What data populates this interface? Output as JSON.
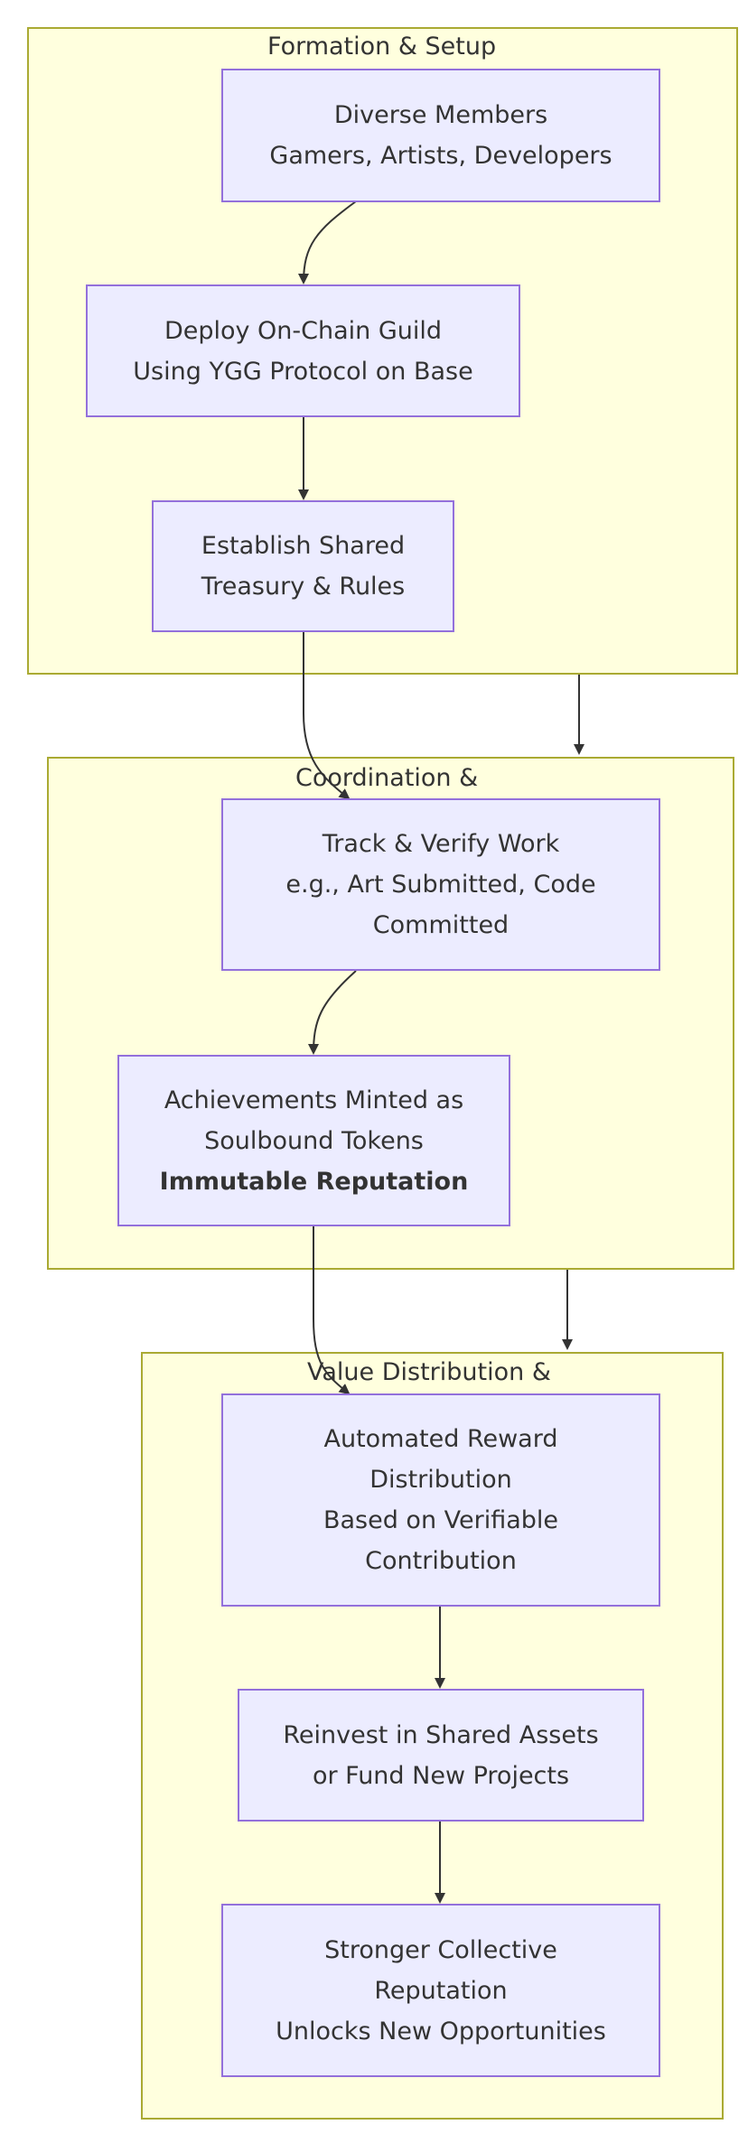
{
  "clusters": {
    "formation": {
      "title": "Formation & Setup"
    },
    "coordination": {
      "title": "Coordination &"
    },
    "value": {
      "title": "Value Distribution &"
    }
  },
  "nodes": {
    "diverse_members": {
      "line1": "Diverse Members",
      "line2": "Gamers, Artists, Developers"
    },
    "deploy_guild": {
      "line1": "Deploy On-Chain Guild",
      "line2": "Using YGG Protocol on Base"
    },
    "establish_treasury": {
      "line1": "Establish Shared",
      "line2": "Treasury & Rules"
    },
    "track_verify": {
      "line1": "Track & Verify Work",
      "line2": "e.g., Art Submitted, Code",
      "line3": "Committed"
    },
    "achievements": {
      "line1": "Achievements Minted as",
      "line2": "Soulbound Tokens",
      "line3": "Immutable Reputation"
    },
    "automated_reward": {
      "line1": "Automated Reward",
      "line2": "Distribution",
      "line3": "Based on Verifiable",
      "line4": "Contribution"
    },
    "reinvest": {
      "line1": "Reinvest in Shared Assets",
      "line2": "or Fund New Projects"
    },
    "stronger_reputation": {
      "line1": "Stronger Collective",
      "line2": "Reputation",
      "line3": "Unlocks New Opportunities"
    }
  },
  "colors": {
    "cluster_fill": "#ffffde",
    "cluster_border": "#aaaa33",
    "node_fill": "#ececff",
    "node_border": "#9370db",
    "edge": "#333333"
  }
}
